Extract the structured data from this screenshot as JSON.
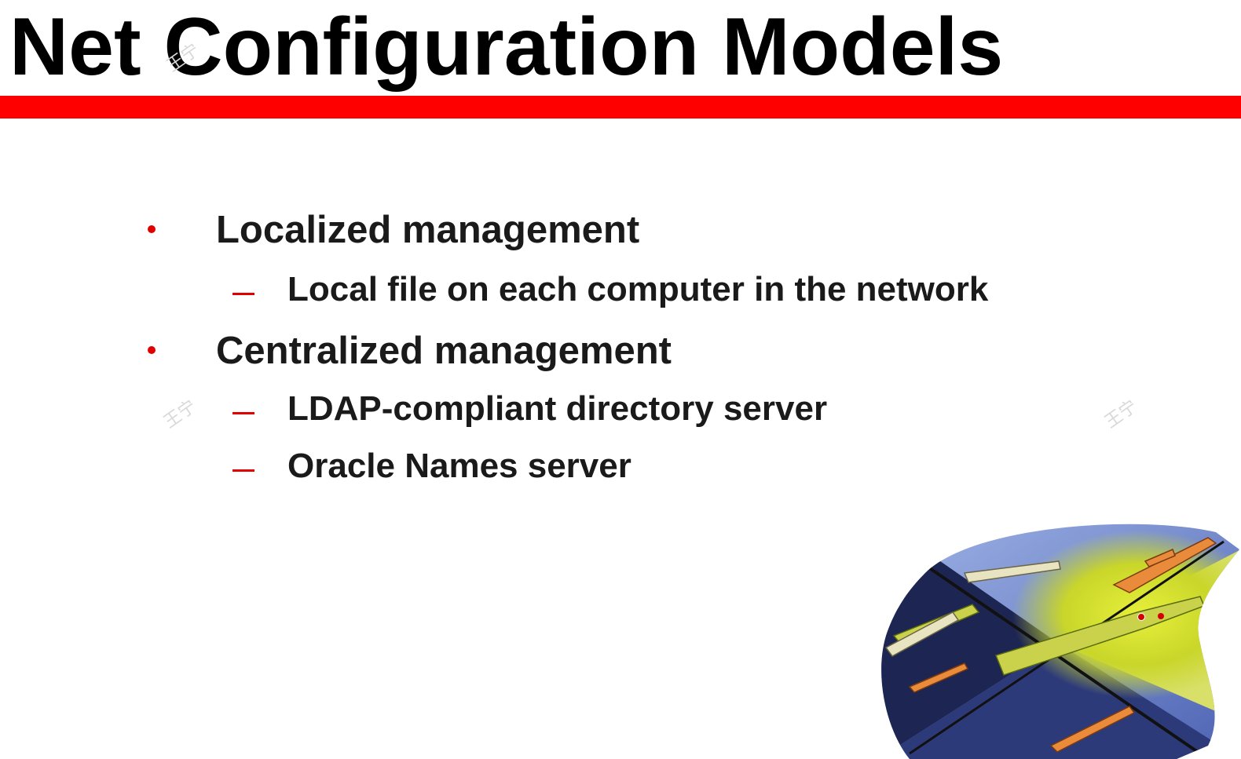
{
  "slide": {
    "title": "Net Configuration Models",
    "accent_color": "#ff0000",
    "bullets": [
      {
        "text": "Localized management",
        "subitems": [
          "Local file on each computer in the network"
        ]
      },
      {
        "text": "Centralized management",
        "subitems": [
          "LDAP-compliant directory server",
          "Oracle Names server"
        ]
      }
    ],
    "watermark_text": "王宁",
    "illustration_icon": "flying-figures-illustration"
  }
}
